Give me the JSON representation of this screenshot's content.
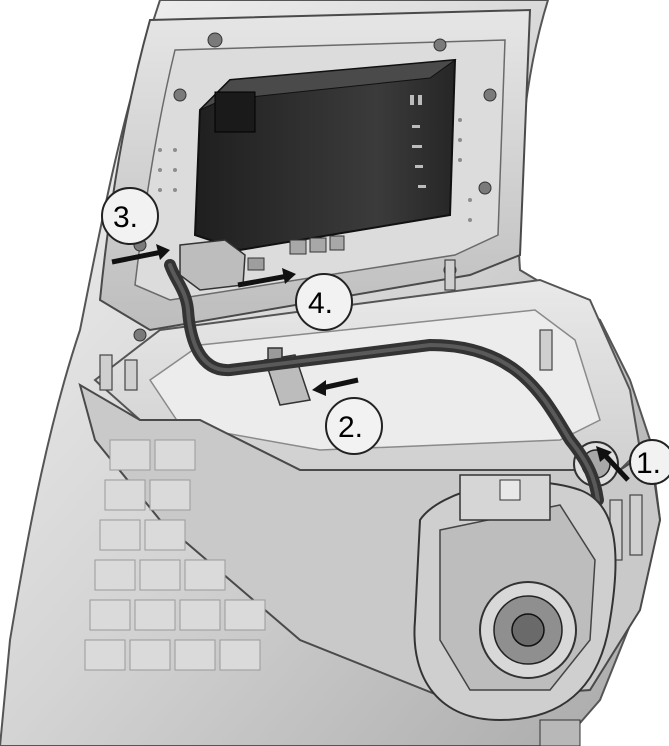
{
  "figure": {
    "callouts": [
      {
        "id": "1",
        "label": "1."
      },
      {
        "id": "2",
        "label": "2."
      },
      {
        "id": "3",
        "label": "3."
      },
      {
        "id": "4",
        "label": "4."
      }
    ],
    "colors": {
      "housing": "#d9d9d9",
      "housing_dark": "#9a9a9a",
      "module": "#2f2f2f",
      "cable": "#3a3a3a",
      "arrow": "#111111",
      "callout_fill": "#f2f2f2",
      "callout_stroke": "#222222"
    }
  }
}
